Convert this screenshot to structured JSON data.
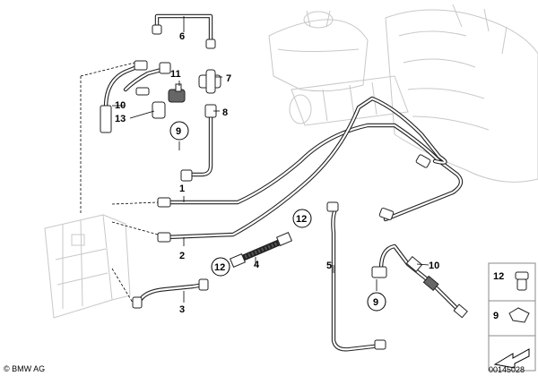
{
  "part_numbers": [
    "1",
    "2",
    "3",
    "4",
    "5",
    "6",
    "7",
    "8",
    "9",
    "10",
    "11",
    "12",
    "13"
  ],
  "legend": [
    {
      "number": "12",
      "icon": "sealing-sleeve-icon"
    },
    {
      "number": "9",
      "icon": "bracket-clip-icon"
    }
  ],
  "copyright": "© BMW AG",
  "diagram_id": "00145028"
}
